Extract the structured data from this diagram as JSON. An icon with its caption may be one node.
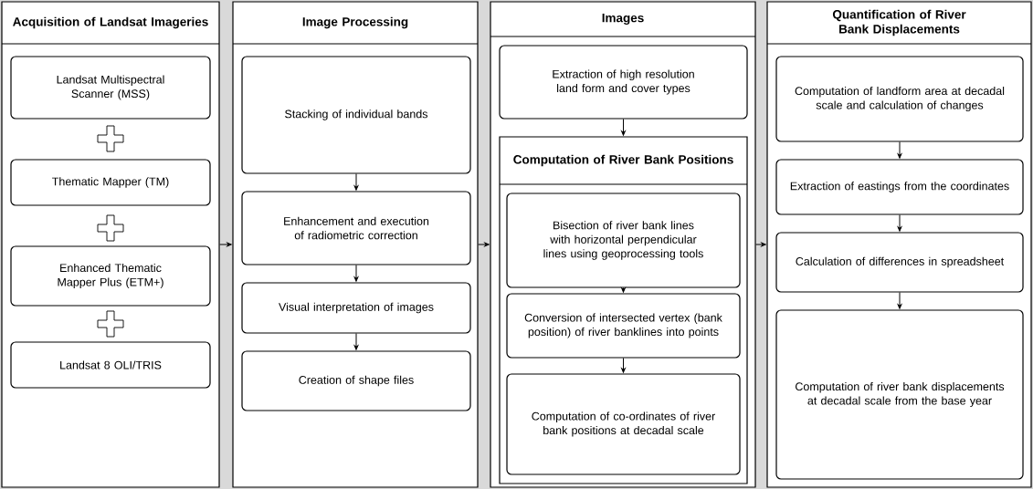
{
  "diagram": {
    "nodes": [
      {
        "text": [
          "Acquisition of Landsat Imageries"
        ]
      },
      {
        "text": [
          "Landsat Multispectral Scanner (MSS)"
        ],
        "in": 0
      },
      {
        "text": [
          "Thematic Mapper (TM)"
        ],
        "in": 0
      },
      {
        "text": [
          "Enhanced Thematic Mapper Plus (ETM+)"
        ],
        "in": 0
      },
      {
        "text": [
          "Landsat 8 OLI/TRIS"
        ],
        "in": 0
      },
      {
        "text": [
          "Image Processing"
        ]
      },
      {
        "text": [
          "Stacking of individual bands"
        ],
        "in": 5
      },
      {
        "text": [
          "Enhancement and execution of radiometric correction"
        ],
        "in": 5
      },
      {
        "text": [
          "Visual interpretation of images"
        ],
        "in": 5
      },
      {
        "text": [
          "Creation of shape files"
        ],
        "in": 5
      },
      {
        "text": [
          "Images"
        ]
      },
      {
        "text": [
          "Extraction of high resolution land form and cover types"
        ],
        "in": 10
      },
      {
        "text": [
          "Computation of River Bank Positions"
        ],
        "in": 10
      },
      {
        "text": [
          "Bisection of river bank lines with horizontal perpendicular lines using geoprocessing tools"
        ],
        "in": 12
      },
      {
        "text": [
          "Conversion of intersected vertex (bank position) of river banklines into points"
        ],
        "in": 12
      },
      {
        "text": [
          "Computation of co-ordinates of river bank positions at decadal scale"
        ],
        "in": 12
      },
      {
        "text": [
          "Quantification of River Bank Displacements"
        ]
      },
      {
        "text": [
          "Computation of landform area at decadal scale and calculation of changes"
        ],
        "in": 16
      },
      {
        "text": [
          "Extraction of eastings from the coordinates"
        ],
        "in": 16
      },
      {
        "text": [
          "Calculation of differences in spreadsheet"
        ],
        "in": 16
      },
      {
        "text": [
          "Computation of river bank displacements at decadal scale from the base year"
        ],
        "in": 16
      }
    ],
    "edges": [
      {
        "from": 0,
        "to": 5,
        "arrow": "to"
      },
      {
        "from": 5,
        "to": 10,
        "arrow": "to"
      },
      {
        "from": 10,
        "to": 16,
        "arrow": "to"
      },
      {
        "from": 6,
        "to": 7,
        "arrow": "to"
      },
      {
        "from": 7,
        "to": 8,
        "arrow": "to"
      },
      {
        "from": 8,
        "to": 9,
        "arrow": "to"
      },
      {
        "from": 11,
        "to": 12,
        "arrow": "to"
      },
      {
        "from": 13,
        "to": 14,
        "arrow": "to"
      },
      {
        "from": 14,
        "to": 15,
        "arrow": "to"
      },
      {
        "from": 17,
        "to": 18,
        "arrow": "to"
      },
      {
        "from": 18,
        "to": 19,
        "arrow": "to"
      },
      {
        "from": 19,
        "to": 20,
        "arrow": "to"
      }
    ]
  }
}
